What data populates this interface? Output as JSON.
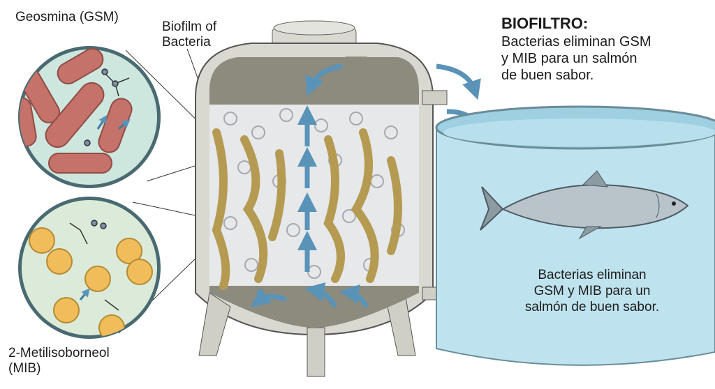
{
  "labels": {
    "geosmin": "Geosmina (GSM)",
    "biofilm_line1": "Biofilm of",
    "biofilm_line2": "Bacteria",
    "mib_line1": "2-Metilisoborneol",
    "mib_line2": "(MIB)"
  },
  "header": {
    "title": "BIOFILTRO:",
    "line1": "Bacterias eliminan GSM",
    "line2": "y MIB para un salmón",
    "line3": "de buen sabor."
  },
  "tank_caption": {
    "line1": "Bacterias eliminan",
    "line2": "GSM y MIB para un",
    "line3": "salmón de buen sabor."
  },
  "colors": {
    "water": "#bfe3ee",
    "flow_arrow": "#5a93b8",
    "biofilm": "#b59a52",
    "bacteria_gsm": "#c4726a",
    "bacteria_mib": "#f0bd5a",
    "vessel": "#d9d9d2"
  },
  "icons": [
    "bacteria-rod-icon",
    "molecule-icon",
    "flow-arrow-icon",
    "salmon-icon"
  ]
}
